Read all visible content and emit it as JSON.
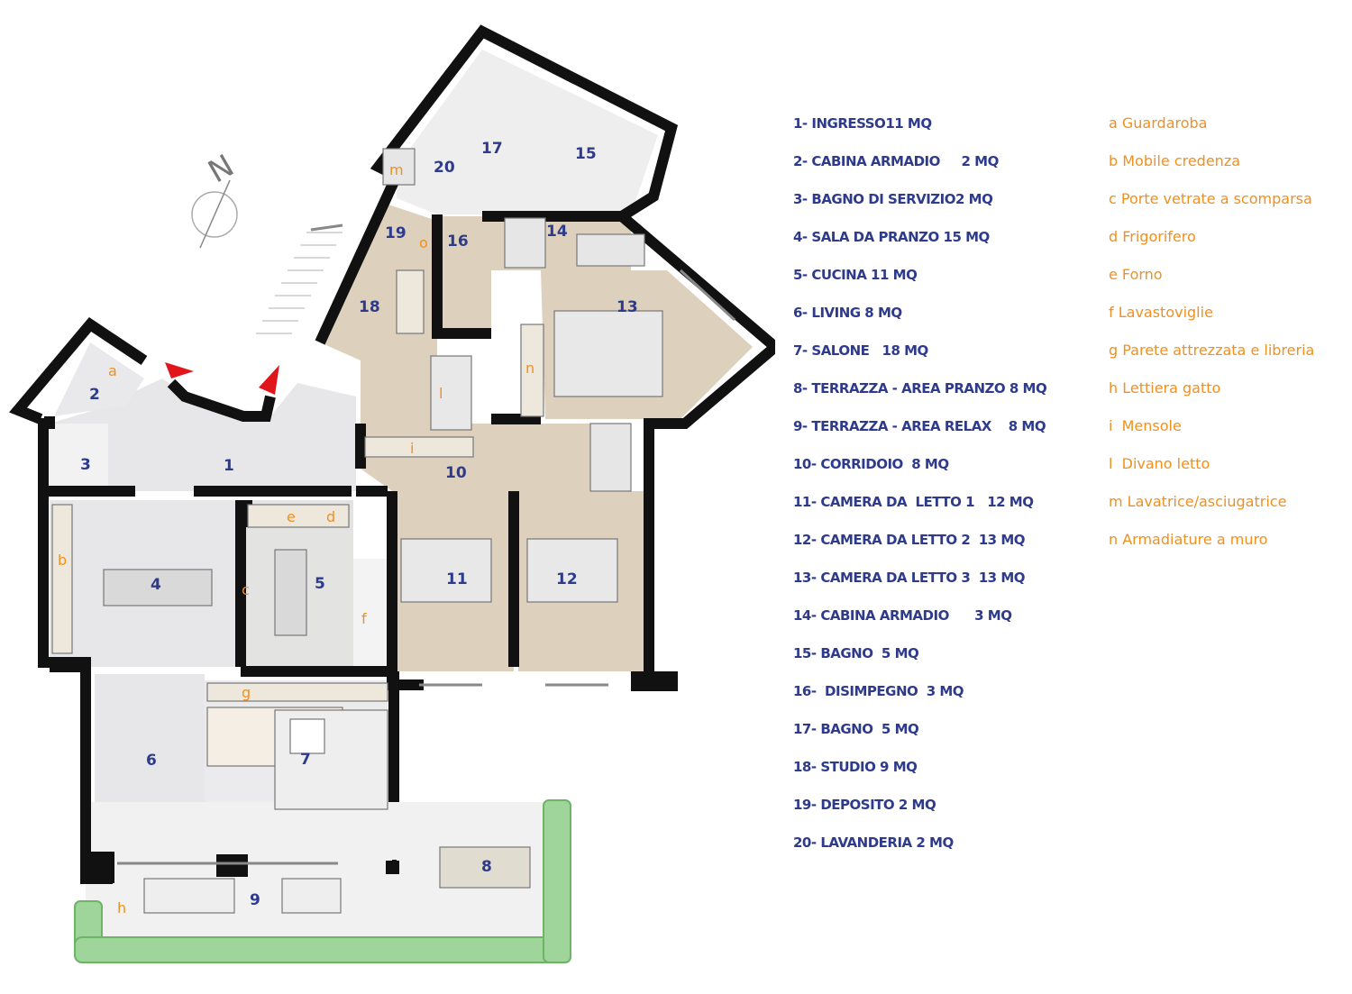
{
  "compass": {
    "label": "N"
  },
  "rooms": [
    {
      "num": "1",
      "legend": "1- INGRESSO11 MQ"
    },
    {
      "num": "2",
      "legend": "2- CABINA ARMADIO     2 MQ"
    },
    {
      "num": "3",
      "legend": "3- BAGNO DI SERVIZIO2 MQ"
    },
    {
      "num": "4",
      "legend": "4- SALA DA PRANZO 15 MQ"
    },
    {
      "num": "5",
      "legend": "5- CUCINA 11 MQ"
    },
    {
      "num": "6",
      "legend": "6- LIVING 8 MQ"
    },
    {
      "num": "7",
      "legend": "7- SALONE   18 MQ"
    },
    {
      "num": "8",
      "legend": "8- TERRAZZA - AREA PRANZO 8 MQ"
    },
    {
      "num": "9",
      "legend": "9- TERRAZZA - AREA RELAX    8 MQ"
    },
    {
      "num": "10",
      "legend": "10- CORRIDOIO  8 MQ"
    },
    {
      "num": "11",
      "legend": "11- CAMERA DA  LETTO 1   12 MQ"
    },
    {
      "num": "12",
      "legend": "12- CAMERA DA LETTO 2  13 MQ"
    },
    {
      "num": "13",
      "legend": "13- CAMERA DA LETTO 3  13 MQ"
    },
    {
      "num": "14",
      "legend": "14- CABINA ARMADIO      3 MQ"
    },
    {
      "num": "15",
      "legend": "15- BAGNO  5 MQ"
    },
    {
      "num": "16",
      "legend": "16-  DISIMPEGNO  3 MQ"
    },
    {
      "num": "17",
      "legend": "17- BAGNO  5 MQ"
    },
    {
      "num": "18",
      "legend": "18- STUDIO 9 MQ"
    },
    {
      "num": "19",
      "legend": "19- DEPOSITO 2 MQ"
    },
    {
      "num": "20",
      "legend": "20- LAVANDERIA 2 MQ"
    }
  ],
  "furniture": [
    {
      "key": "a",
      "legend": "a Guardaroba"
    },
    {
      "key": "b",
      "legend": "b Mobile credenza"
    },
    {
      "key": "c",
      "legend": "c Porte vetrate a scomparsa"
    },
    {
      "key": "d",
      "legend": "d Frigorifero"
    },
    {
      "key": "e",
      "legend": "e Forno"
    },
    {
      "key": "f",
      "legend": "f Lavastoviglie"
    },
    {
      "key": "g",
      "legend": "g Parete attrezzata e libreria"
    },
    {
      "key": "h",
      "legend": "h Lettiera gatto"
    },
    {
      "key": "i",
      "legend": "i  Mensole"
    },
    {
      "key": "l",
      "legend": "l  Divano letto"
    },
    {
      "key": "m",
      "legend": "m Lavatrice/asciugatrice"
    },
    {
      "key": "n",
      "legend": "n Armadiature a muro"
    },
    {
      "key": "o",
      "legend": ""
    }
  ],
  "colors": {
    "room_label": "#2e3b8c",
    "furniture_label": "#f0901e",
    "wood_floor": "#ddd1bd",
    "marble_floor": "#e6e6e8",
    "wall": "#111111",
    "terrace_hedge": "#9fd49a",
    "entry_marker": "#e0161b"
  }
}
